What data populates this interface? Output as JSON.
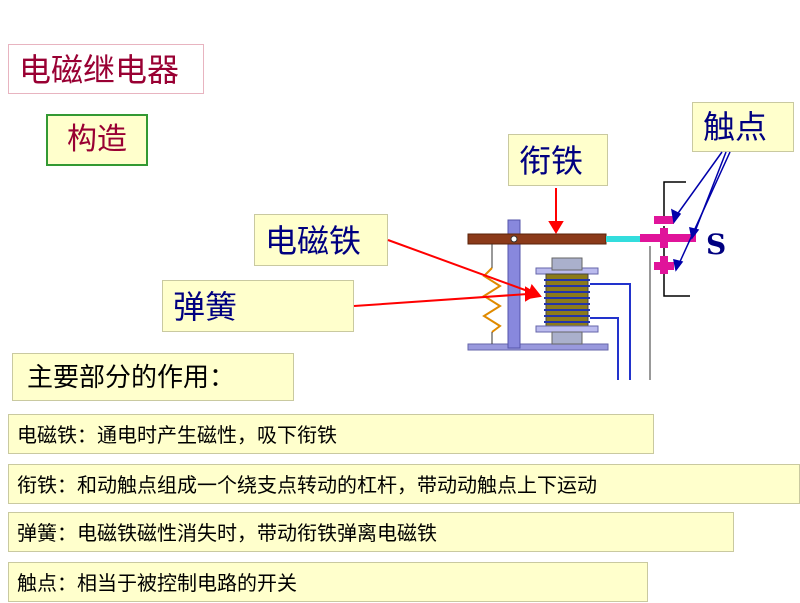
{
  "title": "电磁继电器",
  "section": "构造",
  "labels": {
    "armature": "衔铁",
    "contact": "触点",
    "electromagnet": "电磁铁",
    "spring": "弹簧",
    "s": "S"
  },
  "subtitle": "主要部分的作用：",
  "roles": [
    "电磁铁：通电时产生磁性，吸下衔铁",
    "衔铁：和动触点组成一个绕支点转动的杠杆，带动动触点上下运动",
    "弹簧：电磁铁磁性消失时，带动衔铁弹离电磁铁",
    "触点：相当于被控制电路的开关"
  ],
  "colors": {
    "title_text": "#990033",
    "label_text": "#000080",
    "box_fill": "#ffffcc",
    "arrow": "#ff0000",
    "armature": "#8b3a1a",
    "contact": "#e0149a",
    "frame": "#7b7bd6"
  }
}
